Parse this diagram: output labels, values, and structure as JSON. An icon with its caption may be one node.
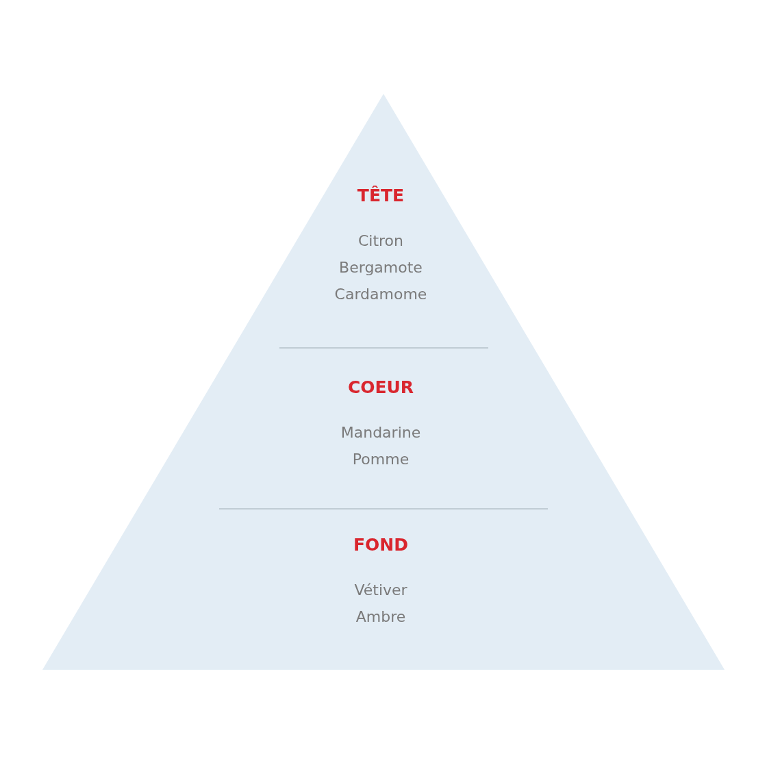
{
  "diagram": {
    "nodes": [
      {
        "text": [],
        "shape": "triangle"
      },
      {
        "text": [
          "TÊTE",
          "Citron",
          "Bergamote",
          "Cardamome"
        ],
        "in": 0
      },
      {
        "text": [
          "COEUR",
          "Mandarine",
          "Pomme"
        ],
        "in": 0
      },
      {
        "text": [
          "FOND",
          "Vétiver",
          "Ambre"
        ],
        "in": 0
      }
    ],
    "edges": []
  }
}
